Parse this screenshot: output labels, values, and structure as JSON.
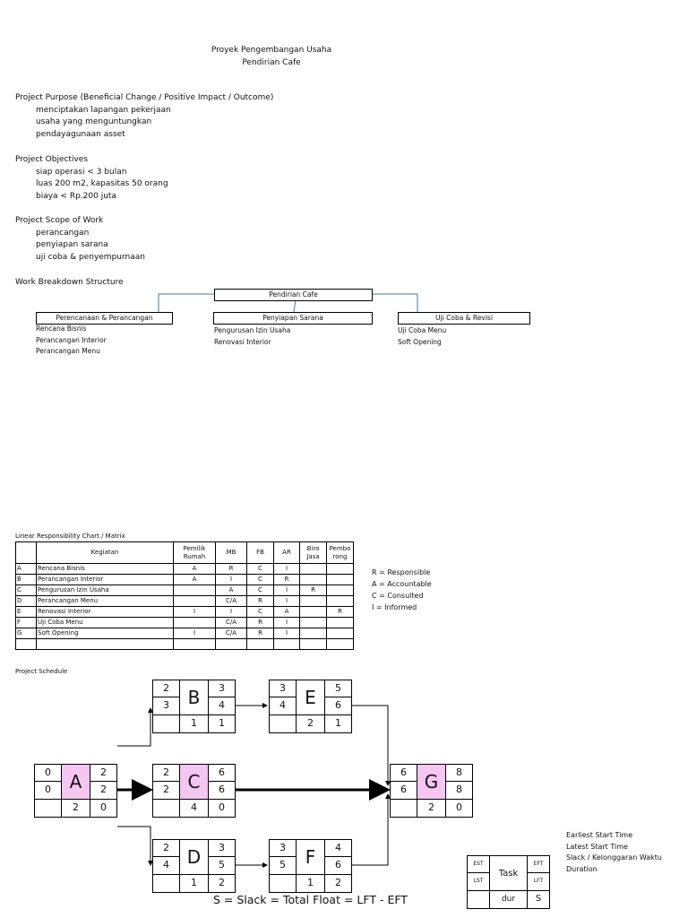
{
  "header": {
    "title_line1": "Proyek Pengembangan Usaha",
    "title_line2": "Pendirian Cafe"
  },
  "purpose": {
    "title": "Project Purpose (Beneficial Change / Positive Impact / Outcome)",
    "items": [
      "menciptakan lapangan pekerjaan",
      "usaha yang menguntungkan",
      "pendayagunaan asset"
    ]
  },
  "objectives": {
    "title": "Project Objectives",
    "items": [
      "siap operasi < 3 bulan",
      "luas 200 m2, kapasitas 50 orang",
      "biaya < Rp.200 juta"
    ]
  },
  "scope": {
    "title": "Project Scope of Work",
    "items": [
      "perancangan",
      "penyiapan sarana",
      "uji coba & penyempurnaan"
    ]
  },
  "wbs": {
    "title": "Work Breakdown Structure",
    "root": "Pendirian Cafe",
    "branches": [
      {
        "label": "Perencanaan & Perancangan",
        "items": [
          "Rencana Bisnis",
          "Perancangan Interior",
          "Perancangan Menu"
        ]
      },
      {
        "label": "Penyiapan Sarana",
        "items": [
          "Pengurusan Izin Usaha",
          "Renovasi Interior"
        ]
      },
      {
        "label": "Uji Coba & Revisi",
        "items": [
          "Uji Coba Menu",
          "Soft Opening"
        ]
      }
    ]
  },
  "lrc": {
    "title": "Linear Responsibility Chart / Matrix",
    "headers": [
      "",
      "Kegiatan",
      "Pemilik Rumah",
      "MB",
      "FB",
      "AR",
      "Biro Jasa",
      "Pembo rong"
    ],
    "rows": [
      [
        "A",
        "Rencana Bisnis",
        "A",
        "R",
        "C",
        "I",
        "",
        ""
      ],
      [
        "B",
        "Perancangan Interior",
        "A",
        "I",
        "C",
        "R",
        "",
        ""
      ],
      [
        "C",
        "Pengurusan Izin Usaha",
        "",
        "A",
        "C",
        "I",
        "R",
        ""
      ],
      [
        "D",
        "Perancangan Menu",
        "",
        "C/A",
        "R",
        "I",
        "",
        ""
      ],
      [
        "E",
        "Renovasi Interior",
        "I",
        "I",
        "C",
        "A",
        "",
        "R"
      ],
      [
        "F",
        "Uji Coba Menu",
        "",
        "C/A",
        "R",
        "I",
        "",
        ""
      ],
      [
        "G",
        "Soft Opening",
        "I",
        "C/A",
        "R",
        "I",
        "",
        ""
      ],
      [
        "",
        "",
        "",
        "",
        "",
        "",
        "",
        ""
      ]
    ],
    "legend": [
      "R = Responsible",
      "A = Accountable",
      "C = Consulted",
      "I = Informed"
    ]
  },
  "schedule": {
    "title": "Project Schedule",
    "highlight_color": "#f6c6f2",
    "nodes": [
      {
        "task": "A",
        "est": "0",
        "lst": "0",
        "eft": "2",
        "lft": "2",
        "dur": "2",
        "slack": "0",
        "critical": true
      },
      {
        "task": "B",
        "est": "2",
        "lst": "3",
        "eft": "3",
        "lft": "4",
        "dur": "1",
        "slack": "1",
        "critical": false
      },
      {
        "task": "C",
        "est": "2",
        "lst": "2",
        "eft": "6",
        "lft": "6",
        "dur": "4",
        "slack": "0",
        "critical": true
      },
      {
        "task": "D",
        "est": "2",
        "lst": "4",
        "eft": "3",
        "lft": "5",
        "dur": "1",
        "slack": "2",
        "critical": false
      },
      {
        "task": "E",
        "est": "3",
        "lst": "4",
        "eft": "5",
        "lft": "6",
        "dur": "2",
        "slack": "1",
        "critical": false
      },
      {
        "task": "F",
        "est": "3",
        "lst": "5",
        "eft": "4",
        "lft": "6",
        "dur": "1",
        "slack": "2",
        "critical": false
      },
      {
        "task": "G",
        "est": "6",
        "lst": "6",
        "eft": "8",
        "lft": "8",
        "dur": "2",
        "slack": "0",
        "critical": true
      }
    ],
    "key": {
      "est": "EST",
      "lst": "LST",
      "task": "Task",
      "eft": "EFT",
      "lft": "LFT",
      "dur": "dur",
      "slack": "S"
    },
    "key_legend": [
      "Earliest Start Time",
      "Latest Start Time",
      "Slack / Kelonggaran Waktu",
      "Duration"
    ],
    "formula": "S = Slack = Total Float = LFT - EFT"
  }
}
